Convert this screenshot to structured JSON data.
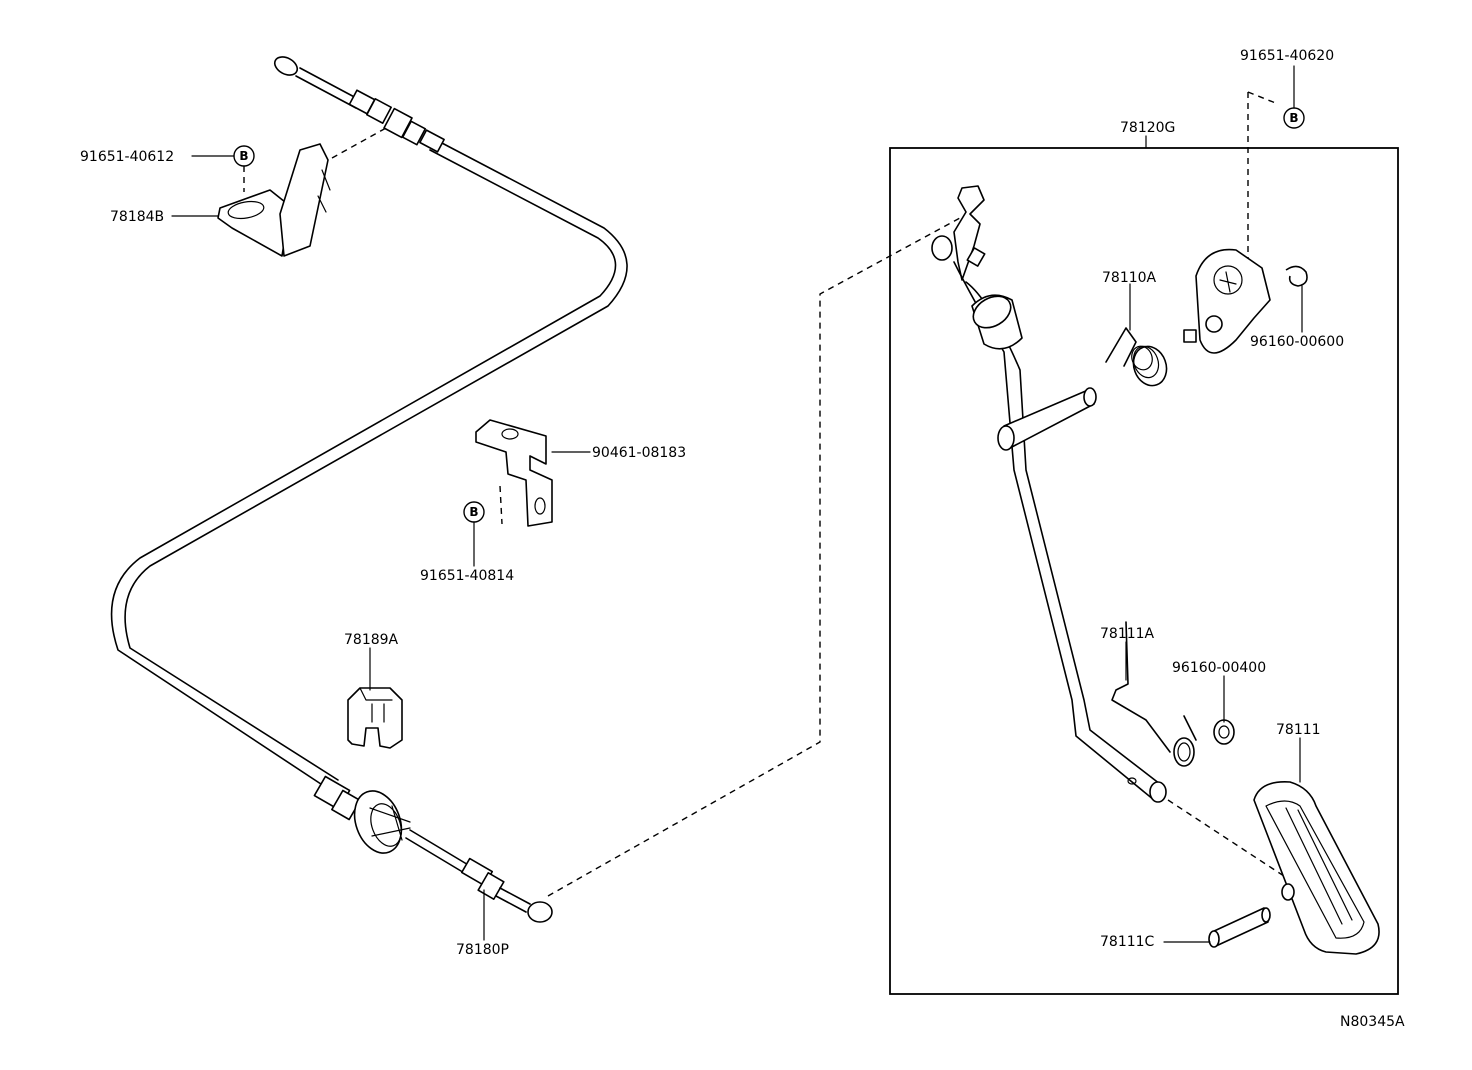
{
  "diagram": {
    "labels": {
      "p91651_40612": "91651-40612",
      "p78184B": "78184B",
      "p90461_08183": "90461-08183",
      "p91651_40814": "91651-40814",
      "p78189A": "78189A",
      "p78180P": "78180P",
      "p91651_40620": "91651-40620",
      "p78120G": "78120G",
      "p78110A": "78110A",
      "p96160_00600": "96160-00600",
      "p78111A": "78111A",
      "p96160_00400": "96160-00400",
      "p78111": "78111",
      "p78111C": "78111C",
      "drawing_code": "N80345A"
    },
    "ref_marker": "B"
  }
}
